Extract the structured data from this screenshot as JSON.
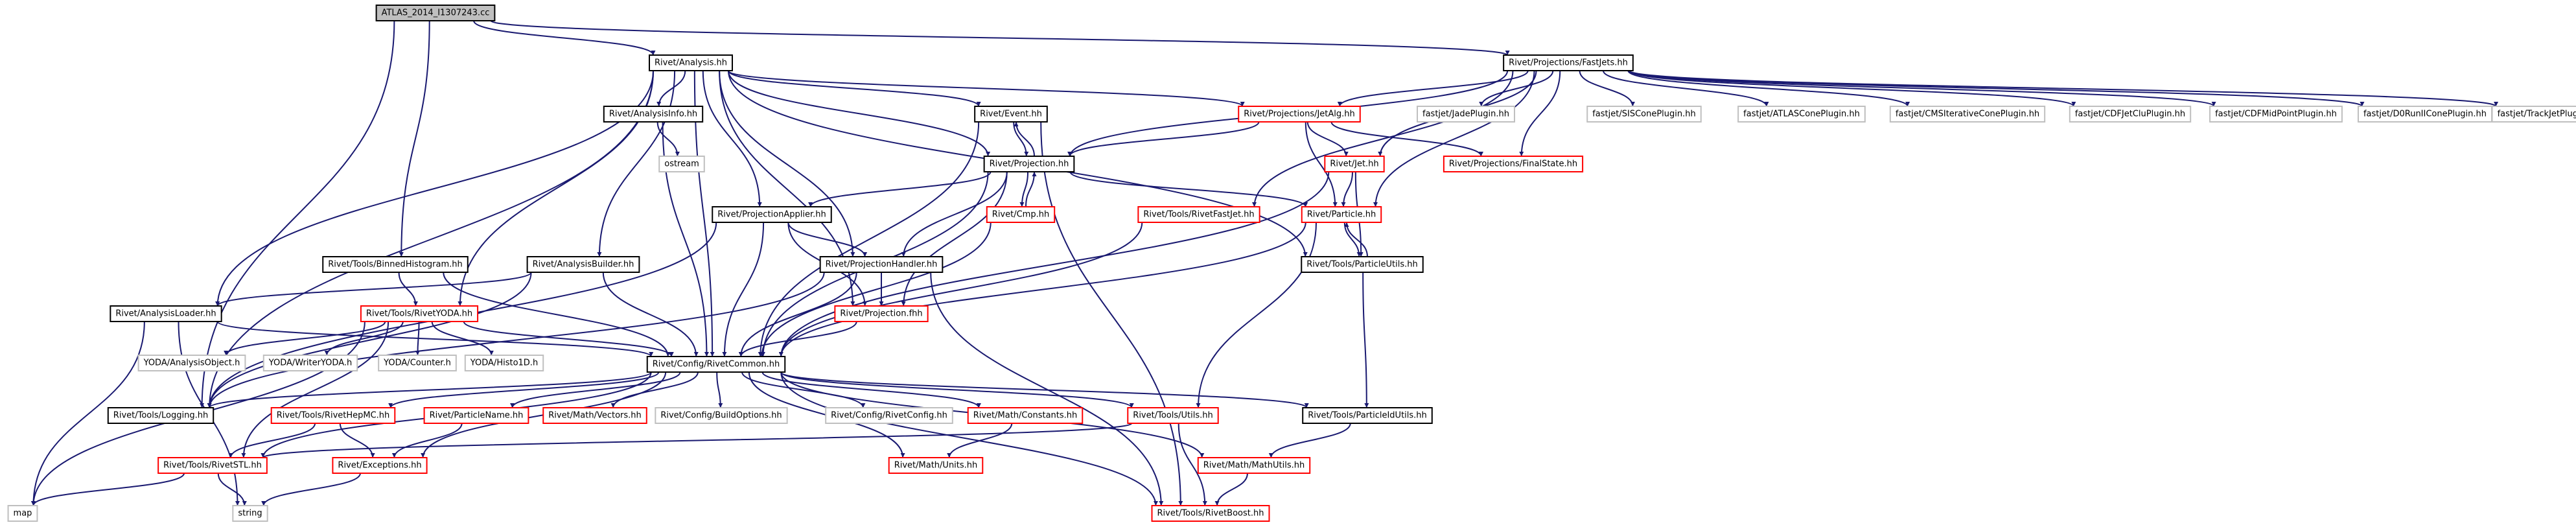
{
  "colors": {
    "edge": "#191970",
    "root_fill": "#bfbfbf",
    "root_border": "#000000",
    "documented_border": "#000000",
    "red_border": "#ff0000",
    "external_border": "#bfbfbf",
    "text": "#000000"
  },
  "nodes": [
    {
      "id": "root",
      "label": "ATLAS_2014_I1307243.cc",
      "kind": "root"
    },
    {
      "id": "analysis",
      "label": "Rivet/Analysis.hh",
      "kind": "doc"
    },
    {
      "id": "fastjets",
      "label": "Rivet/Projections/FastJets.hh",
      "kind": "doc"
    },
    {
      "id": "analysisinfo",
      "label": "Rivet/AnalysisInfo.hh",
      "kind": "doc"
    },
    {
      "id": "event",
      "label": "Rivet/Event.hh",
      "kind": "doc"
    },
    {
      "id": "jetalg",
      "label": "Rivet/Projections/JetAlg.hh",
      "kind": "red"
    },
    {
      "id": "jadeplugin",
      "label": "fastjet/JadePlugin.hh",
      "kind": "ext"
    },
    {
      "id": "siscone",
      "label": "fastjet/SISConePlugin.hh",
      "kind": "ext"
    },
    {
      "id": "atlascone",
      "label": "fastjet/ATLASConePlugin.hh",
      "kind": "ext"
    },
    {
      "id": "cmsiter",
      "label": "fastjet/CMSIterativeConePlugin.hh",
      "kind": "ext"
    },
    {
      "id": "cdfjetclu",
      "label": "fastjet/CDFJetCluPlugin.hh",
      "kind": "ext"
    },
    {
      "id": "cdfmidpoint",
      "label": "fastjet/CDFMidPointPlugin.hh",
      "kind": "ext"
    },
    {
      "id": "d0run",
      "label": "fastjet/D0RunIIConePlugin.hh",
      "kind": "ext"
    },
    {
      "id": "trackjet",
      "label": "fastjet/TrackJetPlugin.hh",
      "kind": "ext"
    },
    {
      "id": "ostream",
      "label": "ostream",
      "kind": "ext"
    },
    {
      "id": "projection",
      "label": "Rivet/Projection.hh",
      "kind": "doc"
    },
    {
      "id": "jet",
      "label": "Rivet/Jet.hh",
      "kind": "red"
    },
    {
      "id": "finalstate",
      "label": "Rivet/Projections/FinalState.hh",
      "kind": "red"
    },
    {
      "id": "projapplier",
      "label": "Rivet/ProjectionApplier.hh",
      "kind": "doc"
    },
    {
      "id": "cmp",
      "label": "Rivet/Cmp.hh",
      "kind": "red"
    },
    {
      "id": "rivetfastjet",
      "label": "Rivet/Tools/RivetFastJet.hh",
      "kind": "red"
    },
    {
      "id": "particle",
      "label": "Rivet/Particle.hh",
      "kind": "red"
    },
    {
      "id": "binnedhist",
      "label": "Rivet/Tools/BinnedHistogram.hh",
      "kind": "doc"
    },
    {
      "id": "analysisbuilder",
      "label": "Rivet/AnalysisBuilder.hh",
      "kind": "doc"
    },
    {
      "id": "projhandler",
      "label": "Rivet/ProjectionHandler.hh",
      "kind": "doc"
    },
    {
      "id": "particleutils",
      "label": "Rivet/Tools/ParticleUtils.hh",
      "kind": "doc"
    },
    {
      "id": "analysisloader",
      "label": "Rivet/AnalysisLoader.hh",
      "kind": "doc"
    },
    {
      "id": "rivetyoda",
      "label": "Rivet/Tools/RivetYODA.hh",
      "kind": "red"
    },
    {
      "id": "projectionfhh",
      "label": "Rivet/Projection.fhh",
      "kind": "red"
    },
    {
      "id": "yodaao",
      "label": "YODA/AnalysisObject.h",
      "kind": "ext"
    },
    {
      "id": "yodawriter",
      "label": "YODA/WriterYODA.h",
      "kind": "ext"
    },
    {
      "id": "yodacounter",
      "label": "YODA/Counter.h",
      "kind": "ext"
    },
    {
      "id": "yodahisto",
      "label": "YODA/Histo1D.h",
      "kind": "ext"
    },
    {
      "id": "rivetcommon",
      "label": "Rivet/Config/RivetCommon.hh",
      "kind": "doc"
    },
    {
      "id": "logging",
      "label": "Rivet/Tools/Logging.hh",
      "kind": "doc"
    },
    {
      "id": "rivethepmc",
      "label": "Rivet/Tools/RivetHepMC.hh",
      "kind": "red"
    },
    {
      "id": "particlename",
      "label": "Rivet/ParticleName.hh",
      "kind": "red"
    },
    {
      "id": "vectors",
      "label": "Rivet/Math/Vectors.hh",
      "kind": "red"
    },
    {
      "id": "buildoptions",
      "label": "Rivet/Config/BuildOptions.hh",
      "kind": "ext"
    },
    {
      "id": "rivetconfig",
      "label": "Rivet/Config/RivetConfig.hh",
      "kind": "ext"
    },
    {
      "id": "constants",
      "label": "Rivet/Math/Constants.hh",
      "kind": "red"
    },
    {
      "id": "utils",
      "label": "Rivet/Tools/Utils.hh",
      "kind": "red"
    },
    {
      "id": "particleidutils",
      "label": "Rivet/Tools/ParticleIdUtils.hh",
      "kind": "doc"
    },
    {
      "id": "rivetstl",
      "label": "Rivet/Tools/RivetSTL.hh",
      "kind": "red"
    },
    {
      "id": "exceptions",
      "label": "Rivet/Exceptions.hh",
      "kind": "red"
    },
    {
      "id": "units",
      "label": "Rivet/Math/Units.hh",
      "kind": "red"
    },
    {
      "id": "mathutils",
      "label": "Rivet/Math/MathUtils.hh",
      "kind": "red"
    },
    {
      "id": "map",
      "label": "map",
      "kind": "ext"
    },
    {
      "id": "string",
      "label": "string",
      "kind": "ext"
    },
    {
      "id": "rivetboost",
      "label": "Rivet/Tools/RivetBoost.hh",
      "kind": "red"
    }
  ],
  "edges": [
    [
      "root",
      "analysis"
    ],
    [
      "root",
      "fastjets"
    ],
    [
      "root",
      "binnedhist"
    ],
    [
      "root",
      "logging"
    ],
    [
      "analysis",
      "analysisinfo"
    ],
    [
      "analysis",
      "event"
    ],
    [
      "analysis",
      "projection"
    ],
    [
      "analysis",
      "projapplier"
    ],
    [
      "analysis",
      "projhandler"
    ],
    [
      "analysis",
      "analysisloader"
    ],
    [
      "analysis",
      "analysisbuilder"
    ],
    [
      "analysis",
      "rivetyoda"
    ],
    [
      "analysis",
      "rivetcommon"
    ],
    [
      "analysis",
      "logging"
    ],
    [
      "analysis",
      "projectionfhh"
    ],
    [
      "analysis",
      "particleutils"
    ],
    [
      "analysis",
      "jetalg"
    ],
    [
      "fastjets",
      "jetalg"
    ],
    [
      "fastjets",
      "jadeplugin"
    ],
    [
      "fastjets",
      "siscone"
    ],
    [
      "fastjets",
      "atlascone"
    ],
    [
      "fastjets",
      "cmsiter"
    ],
    [
      "fastjets",
      "cdfjetclu"
    ],
    [
      "fastjets",
      "cdfmidpoint"
    ],
    [
      "fastjets",
      "d0run"
    ],
    [
      "fastjets",
      "trackjet"
    ],
    [
      "fastjets",
      "projection"
    ],
    [
      "fastjets",
      "jet"
    ],
    [
      "fastjets",
      "rivetfastjet"
    ],
    [
      "fastjets",
      "finalstate"
    ],
    [
      "fastjets",
      "particle"
    ],
    [
      "analysisinfo",
      "ostream"
    ],
    [
      "analysisinfo",
      "rivetcommon"
    ],
    [
      "event",
      "projection"
    ],
    [
      "event",
      "rivetcommon"
    ],
    [
      "event",
      "rivetboost"
    ],
    [
      "jetalg",
      "projection"
    ],
    [
      "jetalg",
      "jet"
    ],
    [
      "jetalg",
      "particle"
    ],
    [
      "jetalg",
      "finalstate"
    ],
    [
      "projection",
      "event"
    ],
    [
      "projection",
      "projapplier"
    ],
    [
      "projection",
      "projhandler"
    ],
    [
      "projection",
      "cmp"
    ],
    [
      "projection",
      "particle"
    ],
    [
      "projection",
      "rivetcommon"
    ],
    [
      "projection",
      "projectionfhh"
    ],
    [
      "cmp",
      "projection"
    ],
    [
      "cmp",
      "rivetcommon"
    ],
    [
      "jet",
      "particle"
    ],
    [
      "jet",
      "particleutils"
    ],
    [
      "jet",
      "rivetcommon"
    ],
    [
      "projapplier",
      "projhandler"
    ],
    [
      "projapplier",
      "rivetcommon"
    ],
    [
      "projapplier",
      "logging"
    ],
    [
      "projapplier",
      "projectionfhh"
    ],
    [
      "rivetfastjet",
      "rivetcommon"
    ],
    [
      "particle",
      "particleutils"
    ],
    [
      "particle",
      "rivetcommon"
    ],
    [
      "particle",
      "utils"
    ],
    [
      "particleutils",
      "particle"
    ],
    [
      "particleutils",
      "particleidutils"
    ],
    [
      "binnedhist",
      "rivetcommon"
    ],
    [
      "binnedhist",
      "rivetyoda"
    ],
    [
      "analysisbuilder",
      "analysisloader"
    ],
    [
      "analysisbuilder",
      "rivetcommon"
    ],
    [
      "analysisbuilder",
      "logging"
    ],
    [
      "projhandler",
      "rivetcommon"
    ],
    [
      "projhandler",
      "projectionfhh"
    ],
    [
      "projhandler",
      "rivetboost"
    ],
    [
      "projhandler",
      "logging"
    ],
    [
      "analysisloader",
      "rivetcommon"
    ],
    [
      "analysisloader",
      "map"
    ],
    [
      "analysisloader",
      "string"
    ],
    [
      "rivetyoda",
      "yodaao"
    ],
    [
      "rivetyoda",
      "yodawriter"
    ],
    [
      "rivetyoda",
      "yodacounter"
    ],
    [
      "rivetyoda",
      "yodahisto"
    ],
    [
      "rivetyoda",
      "rivetcommon"
    ],
    [
      "rivetyoda",
      "rivetstl"
    ],
    [
      "rivetyoda",
      "map"
    ],
    [
      "projectionfhh",
      "rivetcommon"
    ],
    [
      "rivetcommon",
      "logging"
    ],
    [
      "rivetcommon",
      "rivethepmc"
    ],
    [
      "rivetcommon",
      "particlename"
    ],
    [
      "rivetcommon",
      "vectors"
    ],
    [
      "rivetcommon",
      "buildoptions"
    ],
    [
      "rivetcommon",
      "rivetconfig"
    ],
    [
      "rivetcommon",
      "constants"
    ],
    [
      "rivetcommon",
      "utils"
    ],
    [
      "rivetcommon",
      "particleidutils"
    ],
    [
      "rivetcommon",
      "rivetstl"
    ],
    [
      "rivetcommon",
      "exceptions"
    ],
    [
      "rivetcommon",
      "units"
    ],
    [
      "rivetcommon",
      "mathutils"
    ],
    [
      "rivetcommon",
      "rivetboost"
    ],
    [
      "rivethepmc",
      "rivetstl"
    ],
    [
      "rivethepmc",
      "exceptions"
    ],
    [
      "particlename",
      "exceptions"
    ],
    [
      "constants",
      "units"
    ],
    [
      "utils",
      "rivetstl"
    ],
    [
      "utils",
      "rivetboost"
    ],
    [
      "particleidutils",
      "mathutils"
    ],
    [
      "rivetstl",
      "map"
    ],
    [
      "rivetstl",
      "string"
    ],
    [
      "exceptions",
      "string"
    ],
    [
      "mathutils",
      "rivetboost"
    ]
  ]
}
